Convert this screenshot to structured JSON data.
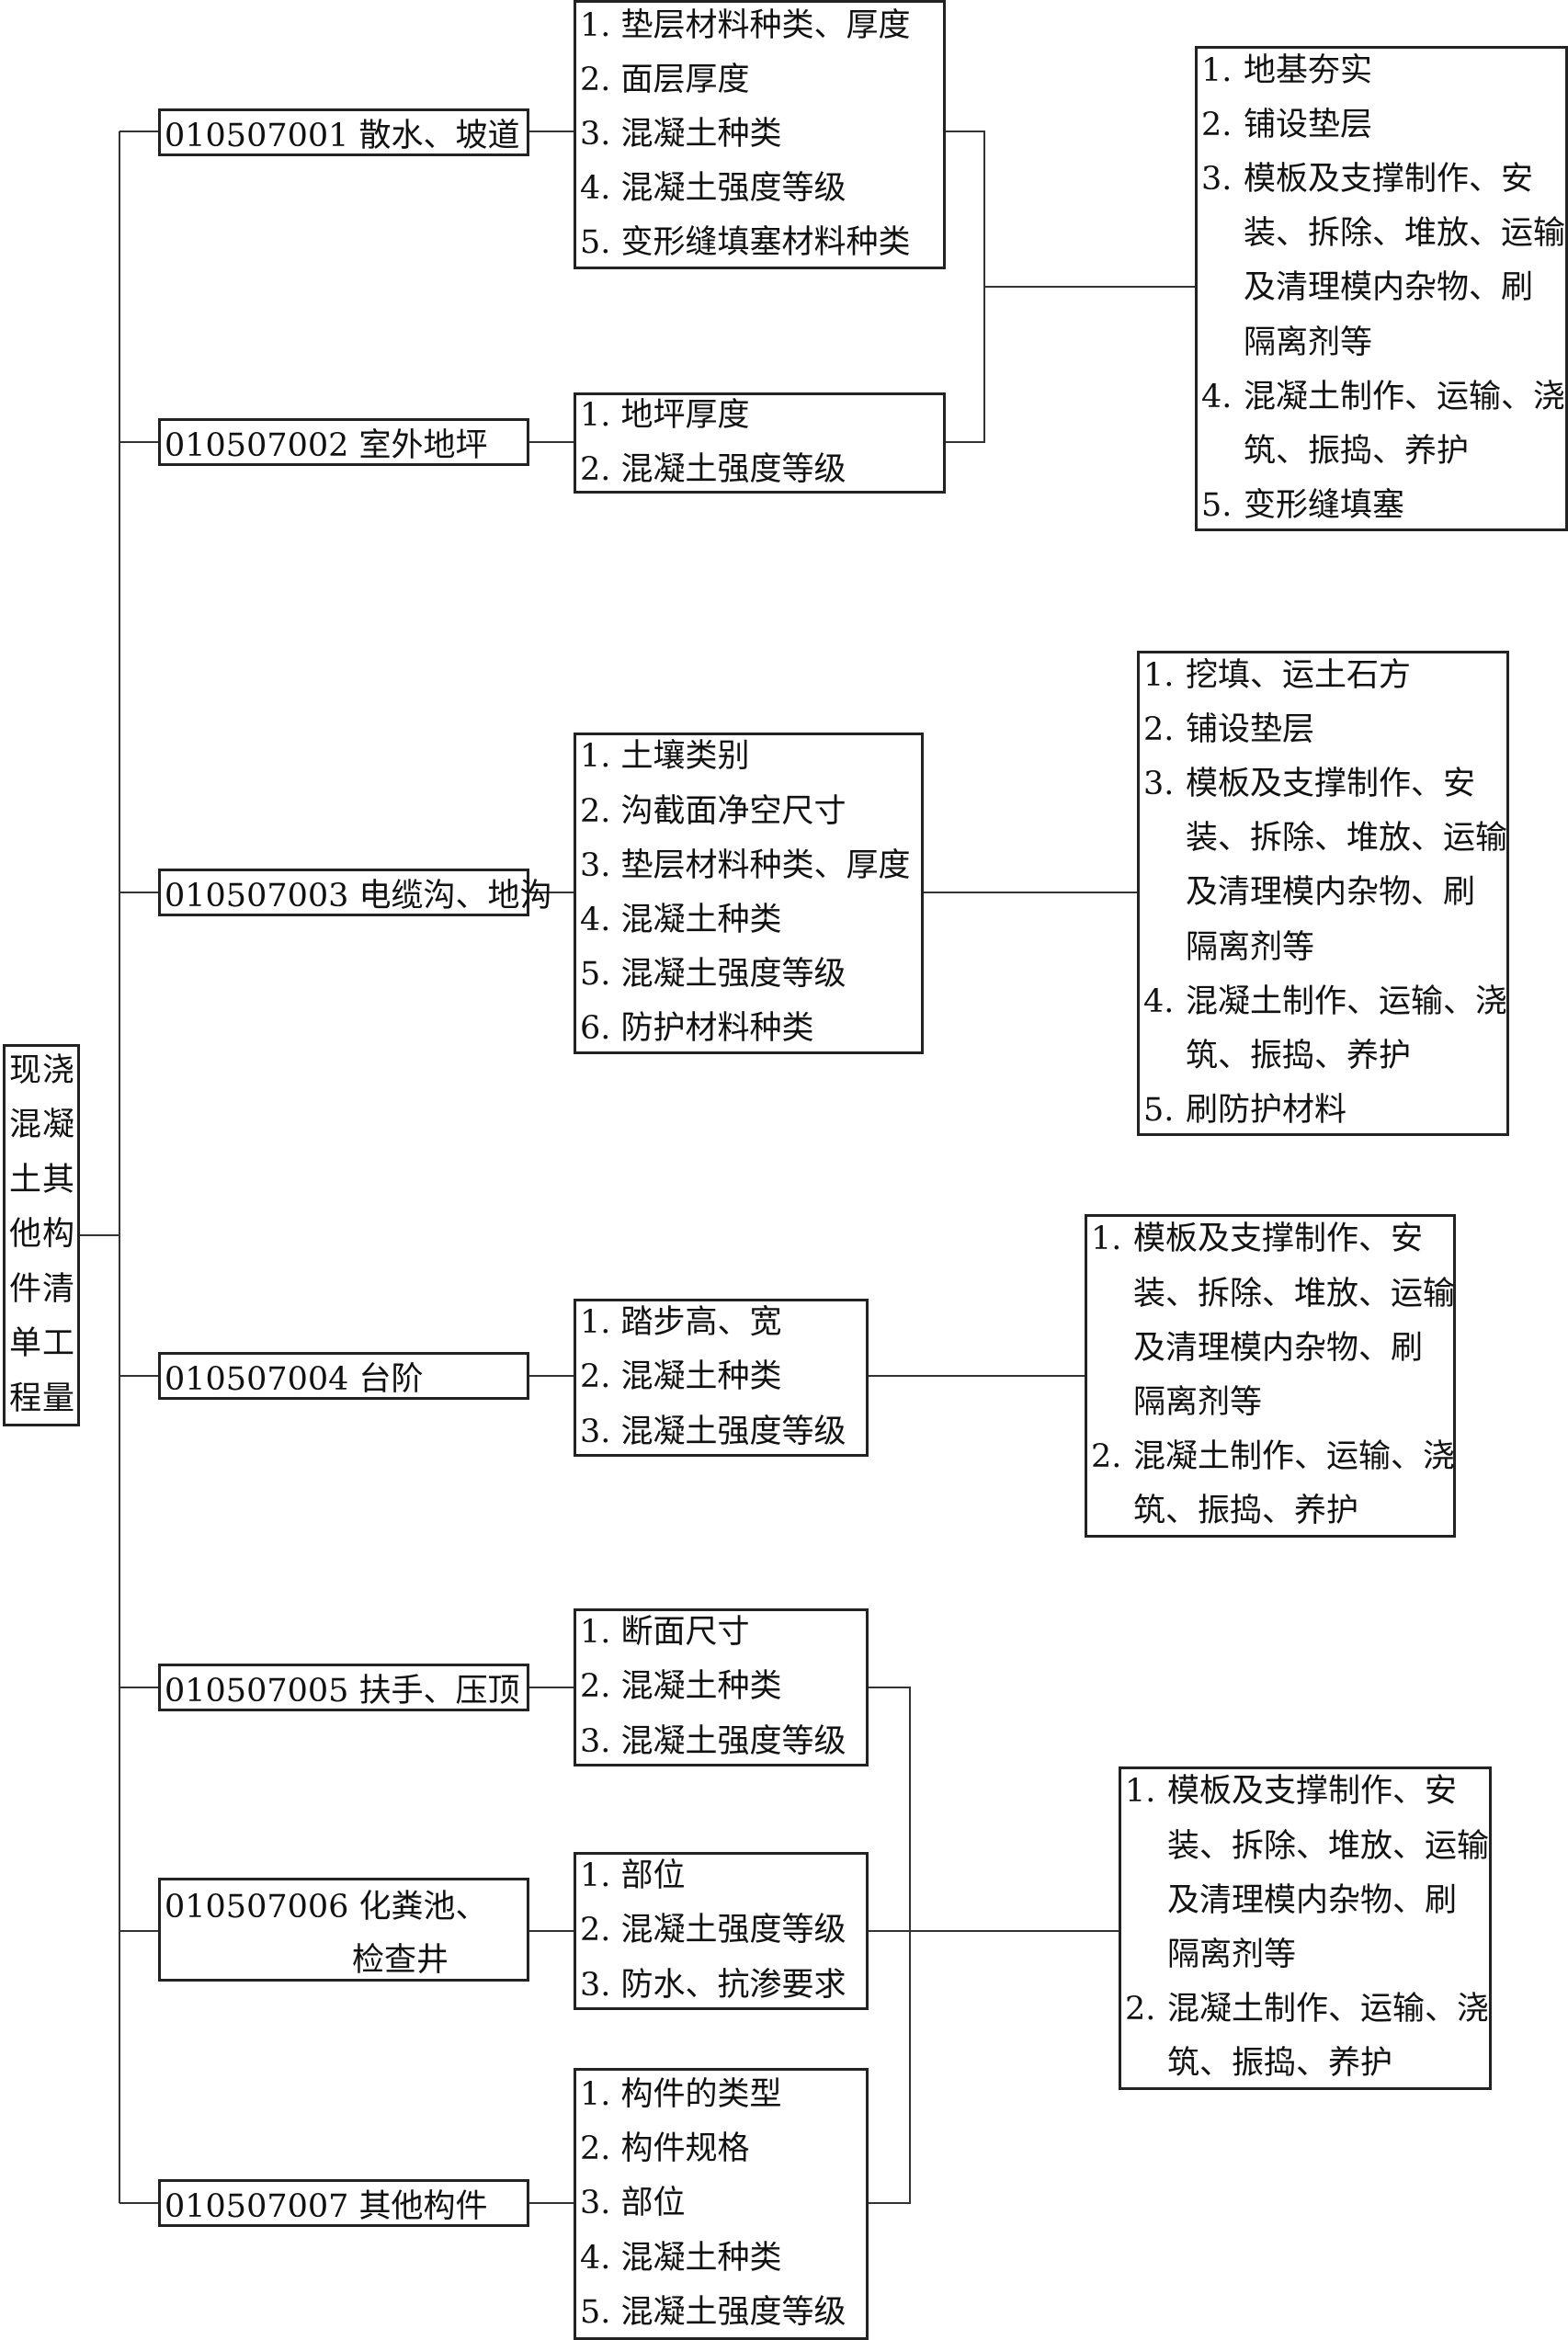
{
  "root": {
    "lines": [
      "现浇",
      "混凝",
      "土其",
      "他构",
      "件清",
      "单工",
      "程量"
    ]
  },
  "items": [
    {
      "code": "010507001 散水、坡道",
      "features": [
        "1.  垫层材料种类、厚度",
        "2.  面层厚度",
        "3.  混凝土种类",
        "4.  混凝土强度等级",
        "5.  变形缝填塞材料种类"
      ]
    },
    {
      "code": "010507002 室外地坪",
      "features": [
        "1.  地坪厚度",
        "2.  混凝土强度等级"
      ]
    },
    {
      "code": "010507003 电缆沟、地沟",
      "features": [
        "1.  土壤类别",
        "2.  沟截面净空尺寸",
        "3.  垫层材料种类、厚度",
        "4.  混凝土种类",
        "5.  混凝土强度等级",
        "6.  防护材料种类"
      ]
    },
    {
      "code": "010507004 台阶",
      "features": [
        "1.  踏步高、宽",
        "2.  混凝土种类",
        "3.  混凝土强度等级"
      ]
    },
    {
      "code": "010507005 扶手、压顶",
      "features": [
        "1.  断面尺寸",
        "2.  混凝土种类",
        "3.  混凝土强度等级"
      ]
    },
    {
      "code": "010507006 化粪池、",
      "code_line2": "检查井",
      "features": [
        "1.  部位",
        "2.  混凝土强度等级",
        "3.  防水、抗渗要求"
      ]
    },
    {
      "code": "010507007 其他构件",
      "features": [
        "1.  构件的类型",
        "2.  构件规格",
        "3.  部位",
        "4.  混凝土种类",
        "5.  混凝土强度等级"
      ]
    }
  ],
  "work": [
    {
      "lines": [
        {
          "num": "1.",
          "text": "地基夯实"
        },
        {
          "num": "2.",
          "text": "铺设垫层"
        },
        {
          "num": "3.",
          "text": "模板及支撑制作、安"
        },
        {
          "num": "",
          "text": "装、拆除、堆放、运输"
        },
        {
          "num": "",
          "text": "及清理模内杂物、刷"
        },
        {
          "num": "",
          "text": "隔离剂等"
        },
        {
          "num": "4.",
          "text": "混凝土制作、运输、浇"
        },
        {
          "num": "",
          "text": "筑、振捣、养护"
        },
        {
          "num": "5.",
          "text": "变形缝填塞"
        }
      ]
    },
    {
      "lines": [
        {
          "num": "1.",
          "text": "挖填、运土石方"
        },
        {
          "num": "2.",
          "text": "铺设垫层"
        },
        {
          "num": "3.",
          "text": "模板及支撑制作、安"
        },
        {
          "num": "",
          "text": "装、拆除、堆放、运输"
        },
        {
          "num": "",
          "text": "及清理模内杂物、刷"
        },
        {
          "num": "",
          "text": "隔离剂等"
        },
        {
          "num": "4.",
          "text": "混凝土制作、运输、浇"
        },
        {
          "num": "",
          "text": "筑、振捣、养护"
        },
        {
          "num": "5.",
          "text": "刷防护材料"
        }
      ]
    },
    {
      "lines": [
        {
          "num": "1.",
          "text": "模板及支撑制作、安"
        },
        {
          "num": "",
          "text": "装、拆除、堆放、运输"
        },
        {
          "num": "",
          "text": "及清理模内杂物、刷"
        },
        {
          "num": "",
          "text": "隔离剂等"
        },
        {
          "num": "2.",
          "text": "混凝土制作、运输、浇"
        },
        {
          "num": "",
          "text": "筑、振捣、养护"
        }
      ]
    },
    {
      "lines": [
        {
          "num": "1.",
          "text": "模板及支撑制作、安"
        },
        {
          "num": "",
          "text": "装、拆除、堆放、运输"
        },
        {
          "num": "",
          "text": "及清理模内杂物、刷"
        },
        {
          "num": "",
          "text": "隔离剂等"
        },
        {
          "num": "2.",
          "text": "混凝土制作、运输、浇"
        },
        {
          "num": "",
          "text": "筑、振捣、养护"
        }
      ]
    }
  ]
}
